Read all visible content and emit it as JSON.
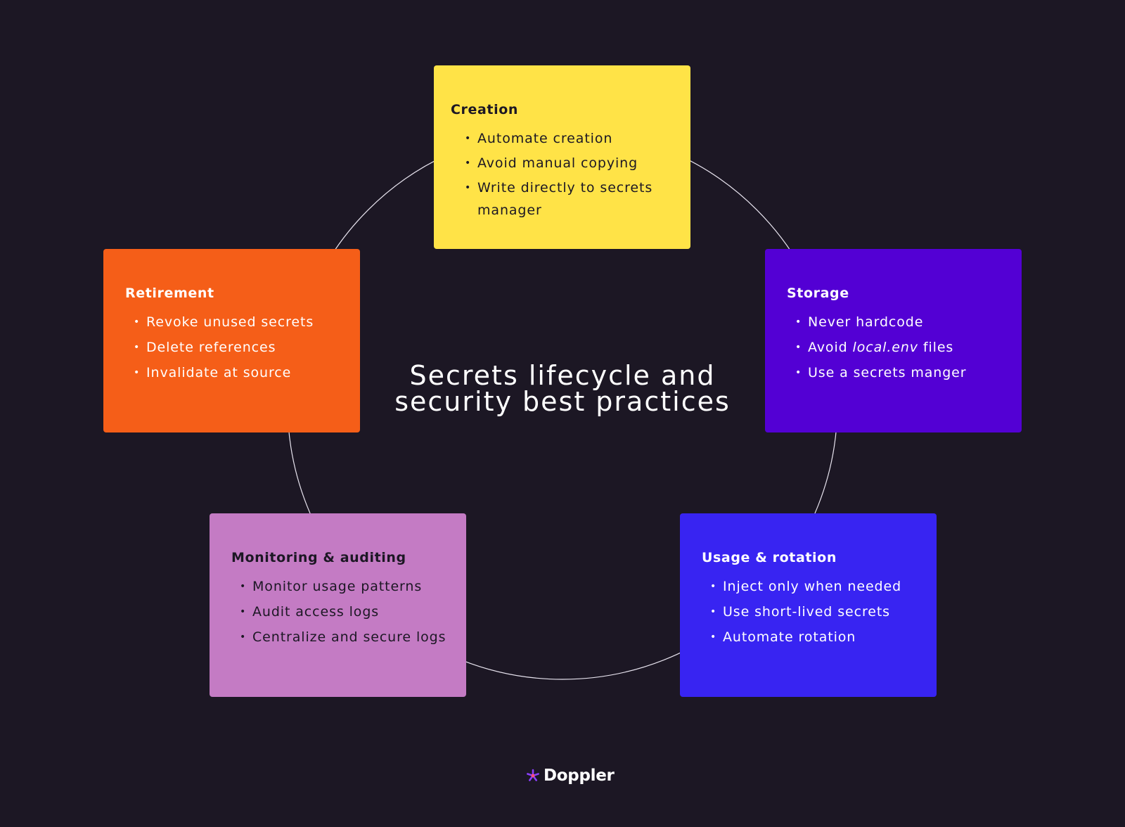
{
  "title": "Secrets lifecycle and security best practices",
  "stages": {
    "creation": {
      "title": "Creation",
      "items": [
        "Automate creation",
        "Avoid manual copying",
        "Write directly to secrets manager"
      ],
      "color": "#ffe347"
    },
    "storage": {
      "title": "Storage",
      "items": [
        "Never hardcode",
        "Avoid",
        "local.env",
        "files",
        "Use a secrets manger"
      ],
      "color": "#5300d4"
    },
    "usage": {
      "title": "Usage & rotation",
      "items": [
        "Inject only when needed",
        "Use short-lived secrets",
        "Automate rotation"
      ],
      "color": "#3824f2"
    },
    "monitoring": {
      "title": "Monitoring & auditing",
      "items": [
        "Monitor usage patterns",
        "Audit access logs",
        "Centralize and secure logs"
      ],
      "color": "#c47bc4"
    },
    "retirement": {
      "title": "Retirement",
      "items": [
        "Revoke unused secrets",
        "Delete references",
        "Invalidate at source"
      ],
      "color": "#f55e18"
    }
  },
  "brand": {
    "name": "Doppler",
    "icon": "doppler-logo-icon",
    "color": "#8a3ffc"
  },
  "colors": {
    "background": "#1c1724",
    "ring": "#e8e4ef"
  }
}
